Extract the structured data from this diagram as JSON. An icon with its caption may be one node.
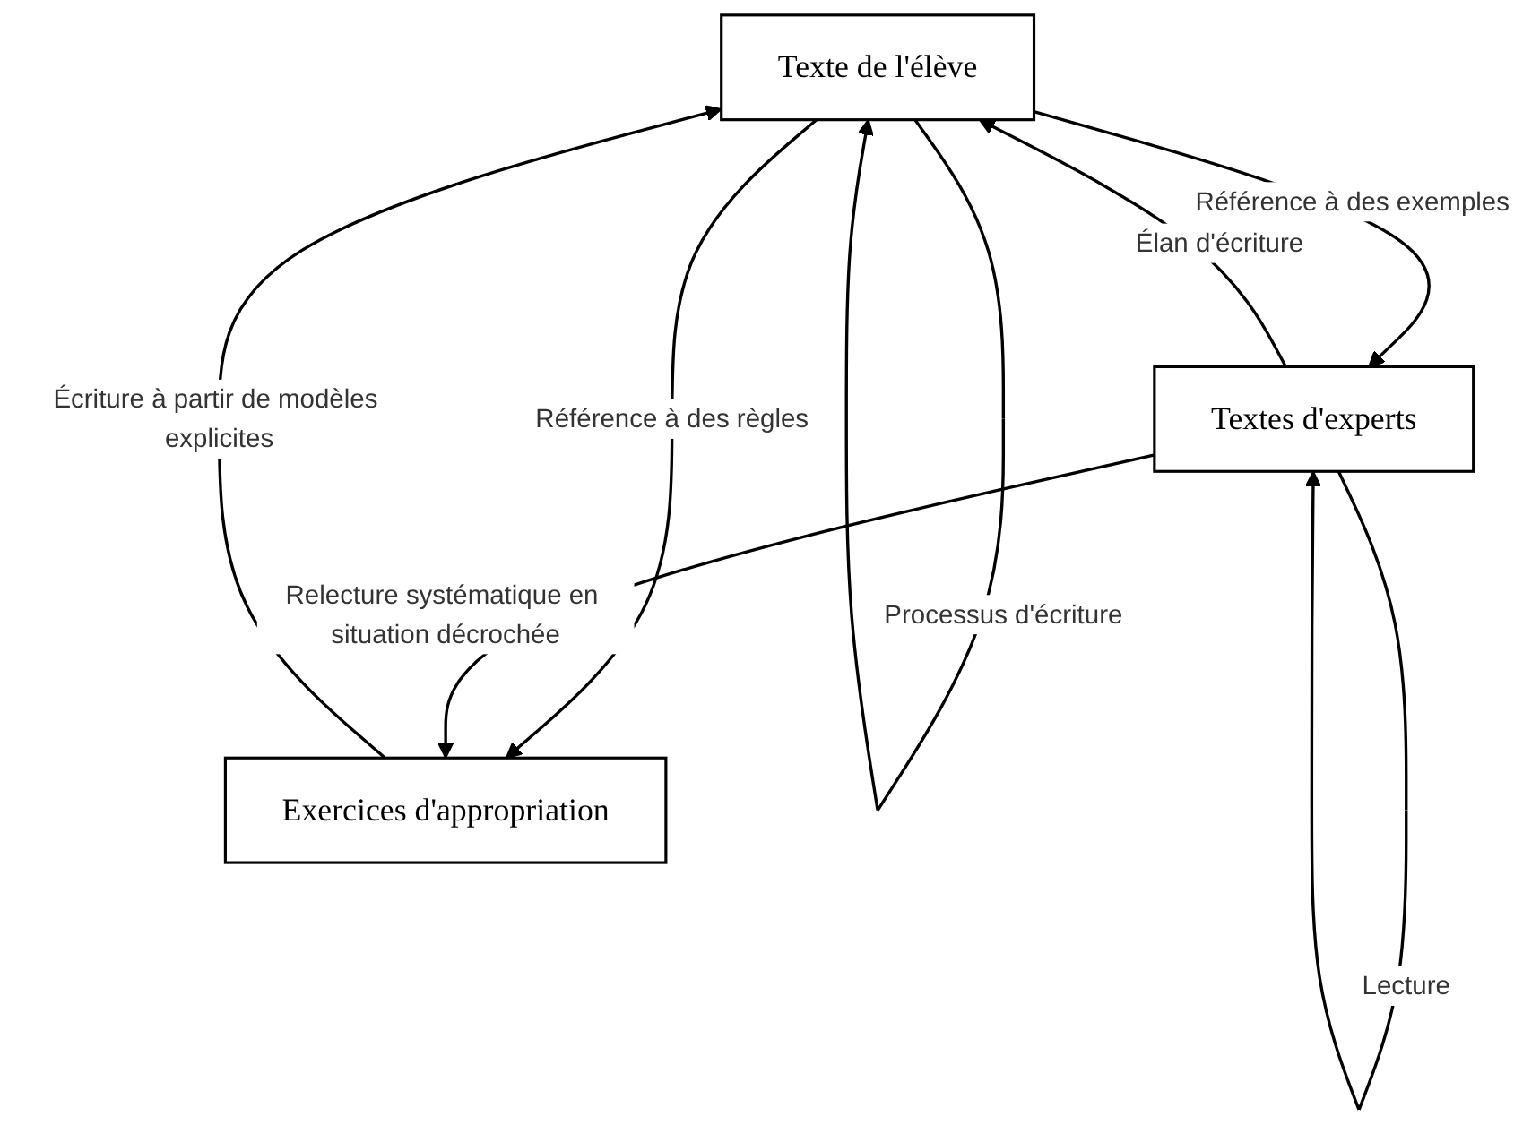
{
  "diagram": {
    "nodes": [
      {
        "text": [
          "Texte de l'élève"
        ]
      },
      {
        "text": [
          "Textes d'experts"
        ]
      },
      {
        "text": [
          "Exercices d'appropriation"
        ]
      }
    ],
    "edges": [
      {
        "from": 0,
        "to": 0,
        "arrow": "to",
        "label": "Processus d'écriture"
      },
      {
        "from": 1,
        "to": 0,
        "arrow": "to",
        "label": "Élan d'écriture"
      },
      {
        "from": 0,
        "to": 1,
        "arrow": "to",
        "label": "Référence à des exemples"
      },
      {
        "from": 0,
        "to": 2,
        "arrow": "to",
        "label": "Référence à des règles"
      },
      {
        "from": 2,
        "to": 0,
        "arrow": "to",
        "label": "Écriture à partir de modèles explicites"
      },
      {
        "from": 1,
        "to": 2,
        "arrow": "to",
        "label": "Relecture systématique en situation décrochée"
      },
      {
        "from": 1,
        "to": 1,
        "arrow": "to",
        "label": "Lecture"
      }
    ]
  }
}
